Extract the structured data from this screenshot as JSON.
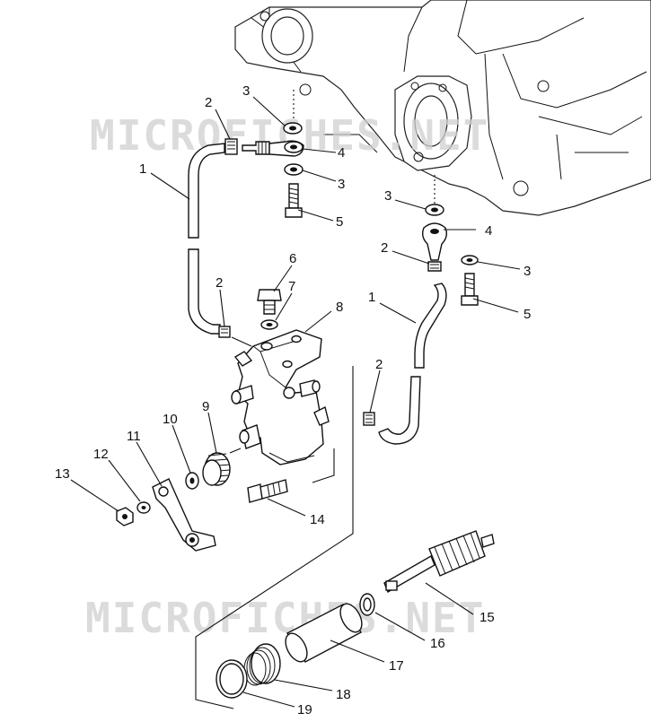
{
  "watermarks": [
    "MICROFICHES.NET",
    "MICROFICHES.NET"
  ],
  "callouts": {
    "c1a": "1",
    "c2a": "2",
    "c3a": "3",
    "c4a": "4",
    "c3b": "3",
    "c5a": "5",
    "c3c": "3",
    "c4b": "4",
    "c2b": "2",
    "c3d": "3",
    "c5b": "5",
    "c6": "6",
    "c7": "7",
    "c8": "8",
    "c2c": "2",
    "c1b": "1",
    "c2d": "2",
    "c9": "9",
    "c10": "10",
    "c11": "11",
    "c12": "12",
    "c13": "13",
    "c14": "14",
    "c15": "15",
    "c16": "16",
    "c17": "17",
    "c18": "18",
    "c19": "19"
  }
}
